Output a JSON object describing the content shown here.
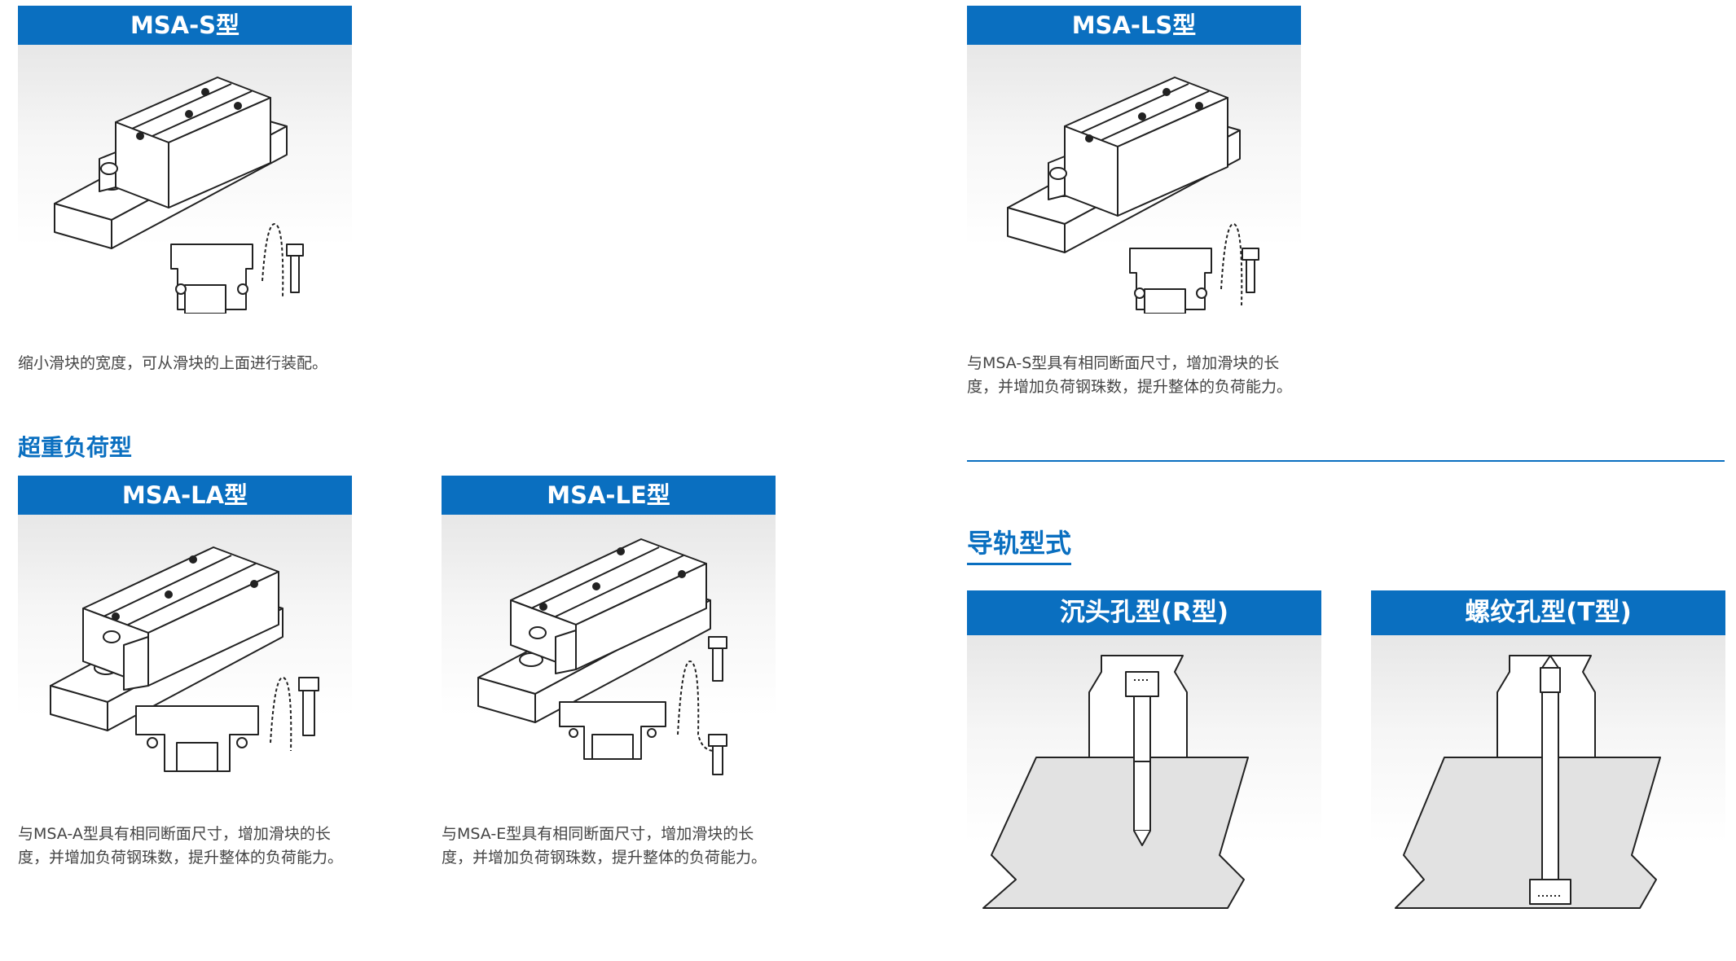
{
  "products": {
    "msa_s": {
      "title": "MSA-S型",
      "desc": [
        "缩小滑块的宽度，可从滑块的上面进行装配。"
      ]
    },
    "msa_ls": {
      "title": "MSA-LS型",
      "desc": [
        "与MSA-S型具有相同断面尺寸，增加滑块的长",
        "度，并增加负荷钢珠数，提升整体的负荷能力。"
      ]
    },
    "msa_la": {
      "title": "MSA-LA型",
      "desc": [
        "与MSA-A型具有相同断面尺寸，增加滑块的长",
        "度，并增加负荷钢珠数，提升整体的负荷能力。"
      ]
    },
    "msa_le": {
      "title": "MSA-LE型",
      "desc": [
        "与MSA-E型具有相同断面尺寸，增加滑块的长",
        "度，并增加负荷钢珠数，提升整体的负荷能力。"
      ]
    }
  },
  "sections": {
    "heavy_load": "超重负荷型",
    "rail_type": "导轨型式"
  },
  "rails": {
    "r_type": {
      "title": "沉头孔型(R型)"
    },
    "t_type": {
      "title": "螺纹孔型(T型)"
    }
  },
  "colors": {
    "header_blue": "#0a6fc0"
  }
}
